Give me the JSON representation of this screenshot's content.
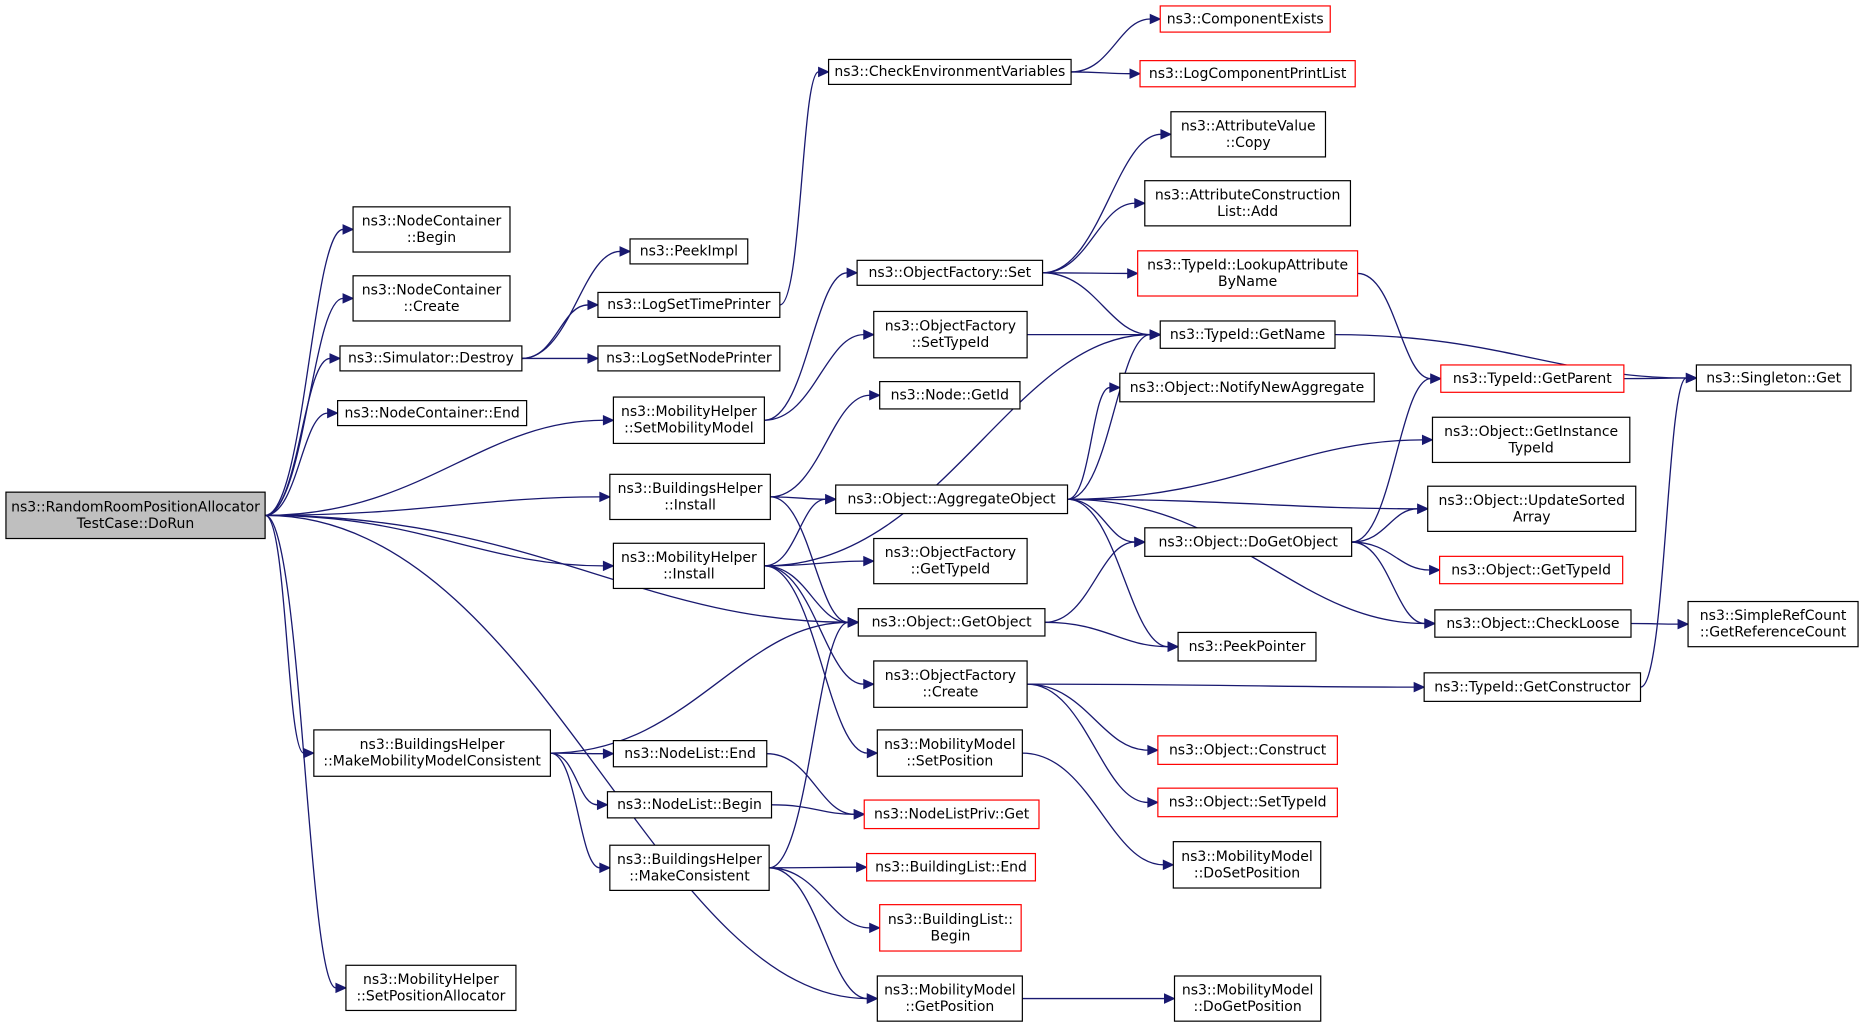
{
  "graph": {
    "colors": {
      "edge": "#191970",
      "node_border": "#000000",
      "truncated_border": "#ff0000",
      "root_fill": "#bfbfbf"
    },
    "nodes": [
      {
        "id": "root",
        "lines": [
          "ns3::RandomRoomPositionAllocator",
          "TestCase::DoRun"
        ],
        "root": true
      },
      {
        "id": "nc_begin",
        "lines": [
          "ns3::NodeContainer",
          "::Begin"
        ]
      },
      {
        "id": "nc_create",
        "lines": [
          "ns3::NodeContainer",
          "::Create"
        ]
      },
      {
        "id": "sim_destroy",
        "lines": [
          "ns3::Simulator::Destroy"
        ]
      },
      {
        "id": "nc_end",
        "lines": [
          "ns3::NodeContainer::End"
        ]
      },
      {
        "id": "peekimpl",
        "lines": [
          "ns3::PeekImpl"
        ]
      },
      {
        "id": "logsettime",
        "lines": [
          "ns3::LogSetTimePrinter"
        ]
      },
      {
        "id": "logsetnode",
        "lines": [
          "ns3::LogSetNodePrinter"
        ]
      },
      {
        "id": "checkenv",
        "lines": [
          "ns3::CheckEnvironmentVariables"
        ]
      },
      {
        "id": "compexists",
        "lines": [
          "ns3::ComponentExists"
        ],
        "truncated": true
      },
      {
        "id": "logcomplist",
        "lines": [
          "ns3::LogComponentPrintList"
        ],
        "truncated": true
      },
      {
        "id": "attrcopy",
        "lines": [
          "ns3::AttributeValue",
          "::Copy"
        ]
      },
      {
        "id": "attrconst",
        "lines": [
          "ns3::AttributeConstruction",
          "List::Add"
        ]
      },
      {
        "id": "lookupattr",
        "lines": [
          "ns3::TypeId::LookupAttribute",
          "ByName"
        ],
        "truncated": true
      },
      {
        "id": "of_set",
        "lines": [
          "ns3::ObjectFactory::Set"
        ]
      },
      {
        "id": "of_settypeid",
        "lines": [
          "ns3::ObjectFactory",
          "::SetTypeId"
        ]
      },
      {
        "id": "gettname",
        "lines": [
          "ns3::TypeId::GetName"
        ]
      },
      {
        "id": "singleton",
        "lines": [
          "ns3::Singleton::Get"
        ]
      },
      {
        "id": "mh_setmob",
        "lines": [
          "ns3::MobilityHelper",
          "::SetMobilityModel"
        ]
      },
      {
        "id": "node_getid",
        "lines": [
          "ns3::Node::GetId"
        ]
      },
      {
        "id": "notifyagg",
        "lines": [
          "ns3::Object::NotifyNewAggregate"
        ]
      },
      {
        "id": "getparent",
        "lines": [
          "ns3::TypeId::GetParent"
        ],
        "truncated": true
      },
      {
        "id": "getinst",
        "lines": [
          "ns3::Object::GetInstance",
          "TypeId"
        ]
      },
      {
        "id": "updsorted",
        "lines": [
          "ns3::Object::UpdateSorted",
          "Array"
        ]
      },
      {
        "id": "bh_install",
        "lines": [
          "ns3::BuildingsHelper",
          "::Install"
        ]
      },
      {
        "id": "aggobj",
        "lines": [
          "ns3::Object::AggregateObject"
        ]
      },
      {
        "id": "dogetobj",
        "lines": [
          "ns3::Object::DoGetObject"
        ]
      },
      {
        "id": "gettypeid",
        "lines": [
          "ns3::Object::GetTypeId"
        ],
        "truncated": true
      },
      {
        "id": "mh_install",
        "lines": [
          "ns3::MobilityHelper",
          "::Install"
        ]
      },
      {
        "id": "of_gettypeid",
        "lines": [
          "ns3::ObjectFactory",
          "::GetTypeId"
        ]
      },
      {
        "id": "getobject",
        "lines": [
          "ns3::Object::GetObject"
        ]
      },
      {
        "id": "peekptr",
        "lines": [
          "ns3::PeekPointer"
        ]
      },
      {
        "id": "checkloose",
        "lines": [
          "ns3::Object::CheckLoose"
        ]
      },
      {
        "id": "simpleref",
        "lines": [
          "ns3::SimpleRefCount",
          "::GetReferenceCount"
        ]
      },
      {
        "id": "of_create",
        "lines": [
          "ns3::ObjectFactory",
          "::Create"
        ]
      },
      {
        "id": "getctor",
        "lines": [
          "ns3::TypeId::GetConstructor"
        ]
      },
      {
        "id": "bh_makemob",
        "lines": [
          "ns3::BuildingsHelper",
          "::MakeMobilityModelConsistent"
        ]
      },
      {
        "id": "nl_end",
        "lines": [
          "ns3::NodeList::End"
        ]
      },
      {
        "id": "mm_setpos",
        "lines": [
          "ns3::MobilityModel",
          "::SetPosition"
        ]
      },
      {
        "id": "obj_construct",
        "lines": [
          "ns3::Object::Construct"
        ],
        "truncated": true
      },
      {
        "id": "nl_begin",
        "lines": [
          "ns3::NodeList::Begin"
        ]
      },
      {
        "id": "nlpriv_get",
        "lines": [
          "ns3::NodeListPriv::Get"
        ],
        "truncated": true
      },
      {
        "id": "obj_settypeid",
        "lines": [
          "ns3::Object::SetTypeId"
        ],
        "truncated": true
      },
      {
        "id": "mm_dosetpos",
        "lines": [
          "ns3::MobilityModel",
          "::DoSetPosition"
        ]
      },
      {
        "id": "bh_makecons",
        "lines": [
          "ns3::BuildingsHelper",
          "::MakeConsistent"
        ]
      },
      {
        "id": "bl_end",
        "lines": [
          "ns3::BuildingList::End"
        ],
        "truncated": true
      },
      {
        "id": "bl_begin",
        "lines": [
          "ns3::BuildingList::",
          "Begin"
        ],
        "truncated": true
      },
      {
        "id": "mh_setposalloc",
        "lines": [
          "ns3::MobilityHelper",
          "::SetPositionAllocator"
        ]
      },
      {
        "id": "mm_getpos",
        "lines": [
          "ns3::MobilityModel",
          "::GetPosition"
        ]
      },
      {
        "id": "mm_dogetpos",
        "lines": [
          "ns3::MobilityModel",
          "::DoGetPosition"
        ]
      }
    ],
    "edges": [
      [
        "root",
        "nc_begin"
      ],
      [
        "root",
        "nc_create"
      ],
      [
        "root",
        "sim_destroy"
      ],
      [
        "root",
        "nc_end"
      ],
      [
        "root",
        "mh_setmob"
      ],
      [
        "root",
        "bh_install"
      ],
      [
        "root",
        "mh_install"
      ],
      [
        "root",
        "getobject"
      ],
      [
        "root",
        "bh_makemob"
      ],
      [
        "root",
        "mh_setposalloc"
      ],
      [
        "root",
        "mm_getpos"
      ],
      [
        "sim_destroy",
        "peekimpl"
      ],
      [
        "sim_destroy",
        "logsettime"
      ],
      [
        "sim_destroy",
        "logsetnode"
      ],
      [
        "logsettime",
        "checkenv"
      ],
      [
        "checkenv",
        "compexists"
      ],
      [
        "checkenv",
        "logcomplist"
      ],
      [
        "mh_setmob",
        "of_set"
      ],
      [
        "mh_setmob",
        "of_settypeid"
      ],
      [
        "of_set",
        "attrcopy"
      ],
      [
        "of_set",
        "attrconst"
      ],
      [
        "of_set",
        "lookupattr"
      ],
      [
        "of_set",
        "gettname"
      ],
      [
        "of_settypeid",
        "gettname"
      ],
      [
        "lookupattr",
        "getparent"
      ],
      [
        "gettname",
        "singleton"
      ],
      [
        "getparent",
        "singleton"
      ],
      [
        "bh_install",
        "node_getid"
      ],
      [
        "bh_install",
        "aggobj"
      ],
      [
        "bh_install",
        "getobject"
      ],
      [
        "mh_install",
        "gettname"
      ],
      [
        "mh_install",
        "aggobj"
      ],
      [
        "mh_install",
        "of_gettypeid"
      ],
      [
        "mh_install",
        "getobject"
      ],
      [
        "mh_install",
        "of_create"
      ],
      [
        "mh_install",
        "mm_setpos"
      ],
      [
        "aggobj",
        "gettname"
      ],
      [
        "aggobj",
        "notifyagg"
      ],
      [
        "aggobj",
        "getinst"
      ],
      [
        "aggobj",
        "updsorted"
      ],
      [
        "aggobj",
        "dogetobj"
      ],
      [
        "aggobj",
        "peekptr"
      ],
      [
        "aggobj",
        "checkloose"
      ],
      [
        "dogetobj",
        "getparent"
      ],
      [
        "dogetobj",
        "updsorted"
      ],
      [
        "dogetobj",
        "gettypeid"
      ],
      [
        "dogetobj",
        "checkloose"
      ],
      [
        "getobject",
        "dogetobj"
      ],
      [
        "getobject",
        "peekptr"
      ],
      [
        "checkloose",
        "simpleref"
      ],
      [
        "getctor",
        "singleton"
      ],
      [
        "of_create",
        "getctor"
      ],
      [
        "of_create",
        "obj_construct"
      ],
      [
        "of_create",
        "obj_settypeid"
      ],
      [
        "bh_makemob",
        "getobject"
      ],
      [
        "bh_makemob",
        "nl_end"
      ],
      [
        "bh_makemob",
        "nl_begin"
      ],
      [
        "bh_makemob",
        "bh_makecons"
      ],
      [
        "nl_end",
        "nlpriv_get"
      ],
      [
        "nl_begin",
        "nlpriv_get"
      ],
      [
        "mm_setpos",
        "mm_dosetpos"
      ],
      [
        "bh_makecons",
        "getobject"
      ],
      [
        "bh_makecons",
        "bl_end"
      ],
      [
        "bh_makecons",
        "bl_begin"
      ],
      [
        "bh_makecons",
        "mm_getpos"
      ],
      [
        "mm_getpos",
        "mm_dogetpos"
      ]
    ]
  }
}
